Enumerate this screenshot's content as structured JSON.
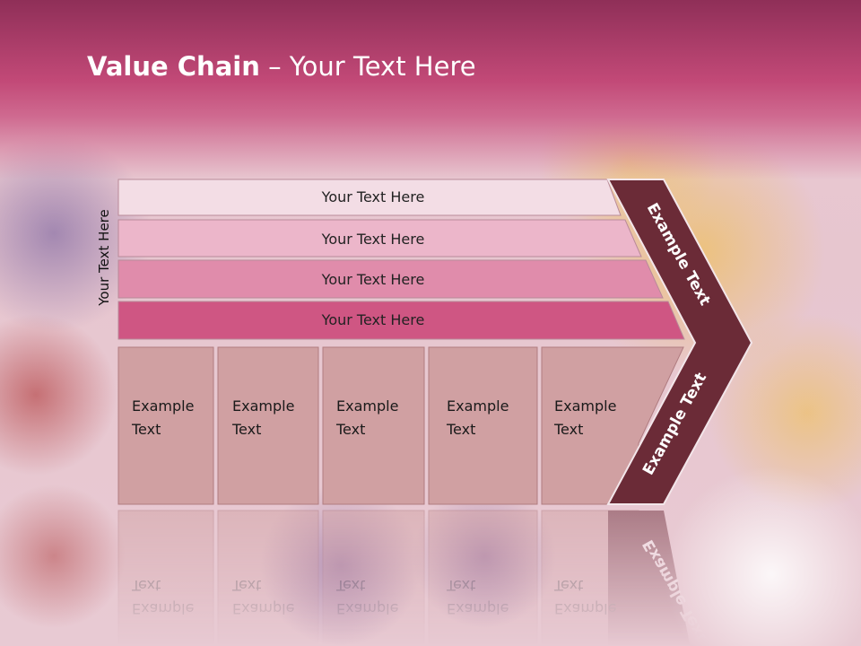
{
  "slide": {
    "title_bold": "Value Chain",
    "title_rest": " – Your Text Here",
    "side_label": "Your Text Here"
  },
  "bars": [
    {
      "label": "Your Text Here",
      "color": "#f3dde5"
    },
    {
      "label": "Your Text Here",
      "color": "#ecb6ca"
    },
    {
      "label": "Your Text Here",
      "color": "#e08cab"
    },
    {
      "label": "Your Text Here",
      "color": "#cf5683"
    }
  ],
  "columns": [
    {
      "line1": "Example",
      "line2": "Text"
    },
    {
      "line1": "Example",
      "line2": "Text"
    },
    {
      "line1": "Example",
      "line2": "Text"
    },
    {
      "line1": "Example",
      "line2": "Text"
    },
    {
      "line1": "Example",
      "line2": "Text"
    }
  ],
  "arrow": {
    "top_label": "Example Text",
    "bottom_label": "Example Text",
    "color": "#6b2b37"
  },
  "colors": {
    "column_fill": "#d0a0a2",
    "column_stroke": "#b07c80"
  }
}
